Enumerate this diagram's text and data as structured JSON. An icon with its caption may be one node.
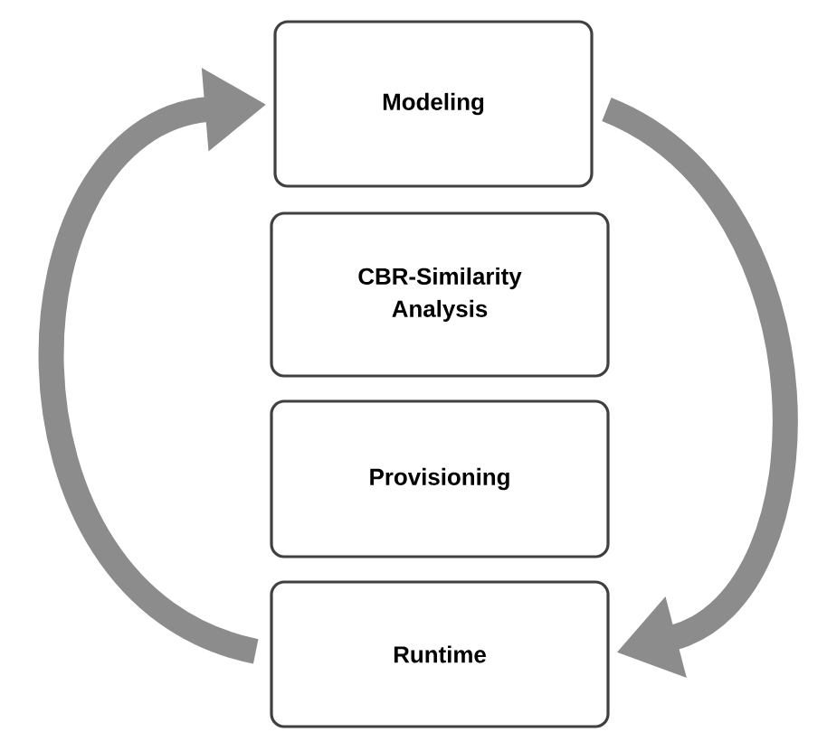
{
  "diagram": {
    "nodes": [
      {
        "text": [
          "Modeling"
        ]
      },
      {
        "text": [
          "CBR-Similarity Analysis"
        ]
      },
      {
        "text": [
          "Provisioning"
        ]
      },
      {
        "text": [
          "Runtime"
        ]
      }
    ],
    "edges": [
      {
        "from": 0,
        "to": 3,
        "arrow": "to"
      },
      {
        "from": 3,
        "to": 0,
        "arrow": "to"
      }
    ]
  }
}
